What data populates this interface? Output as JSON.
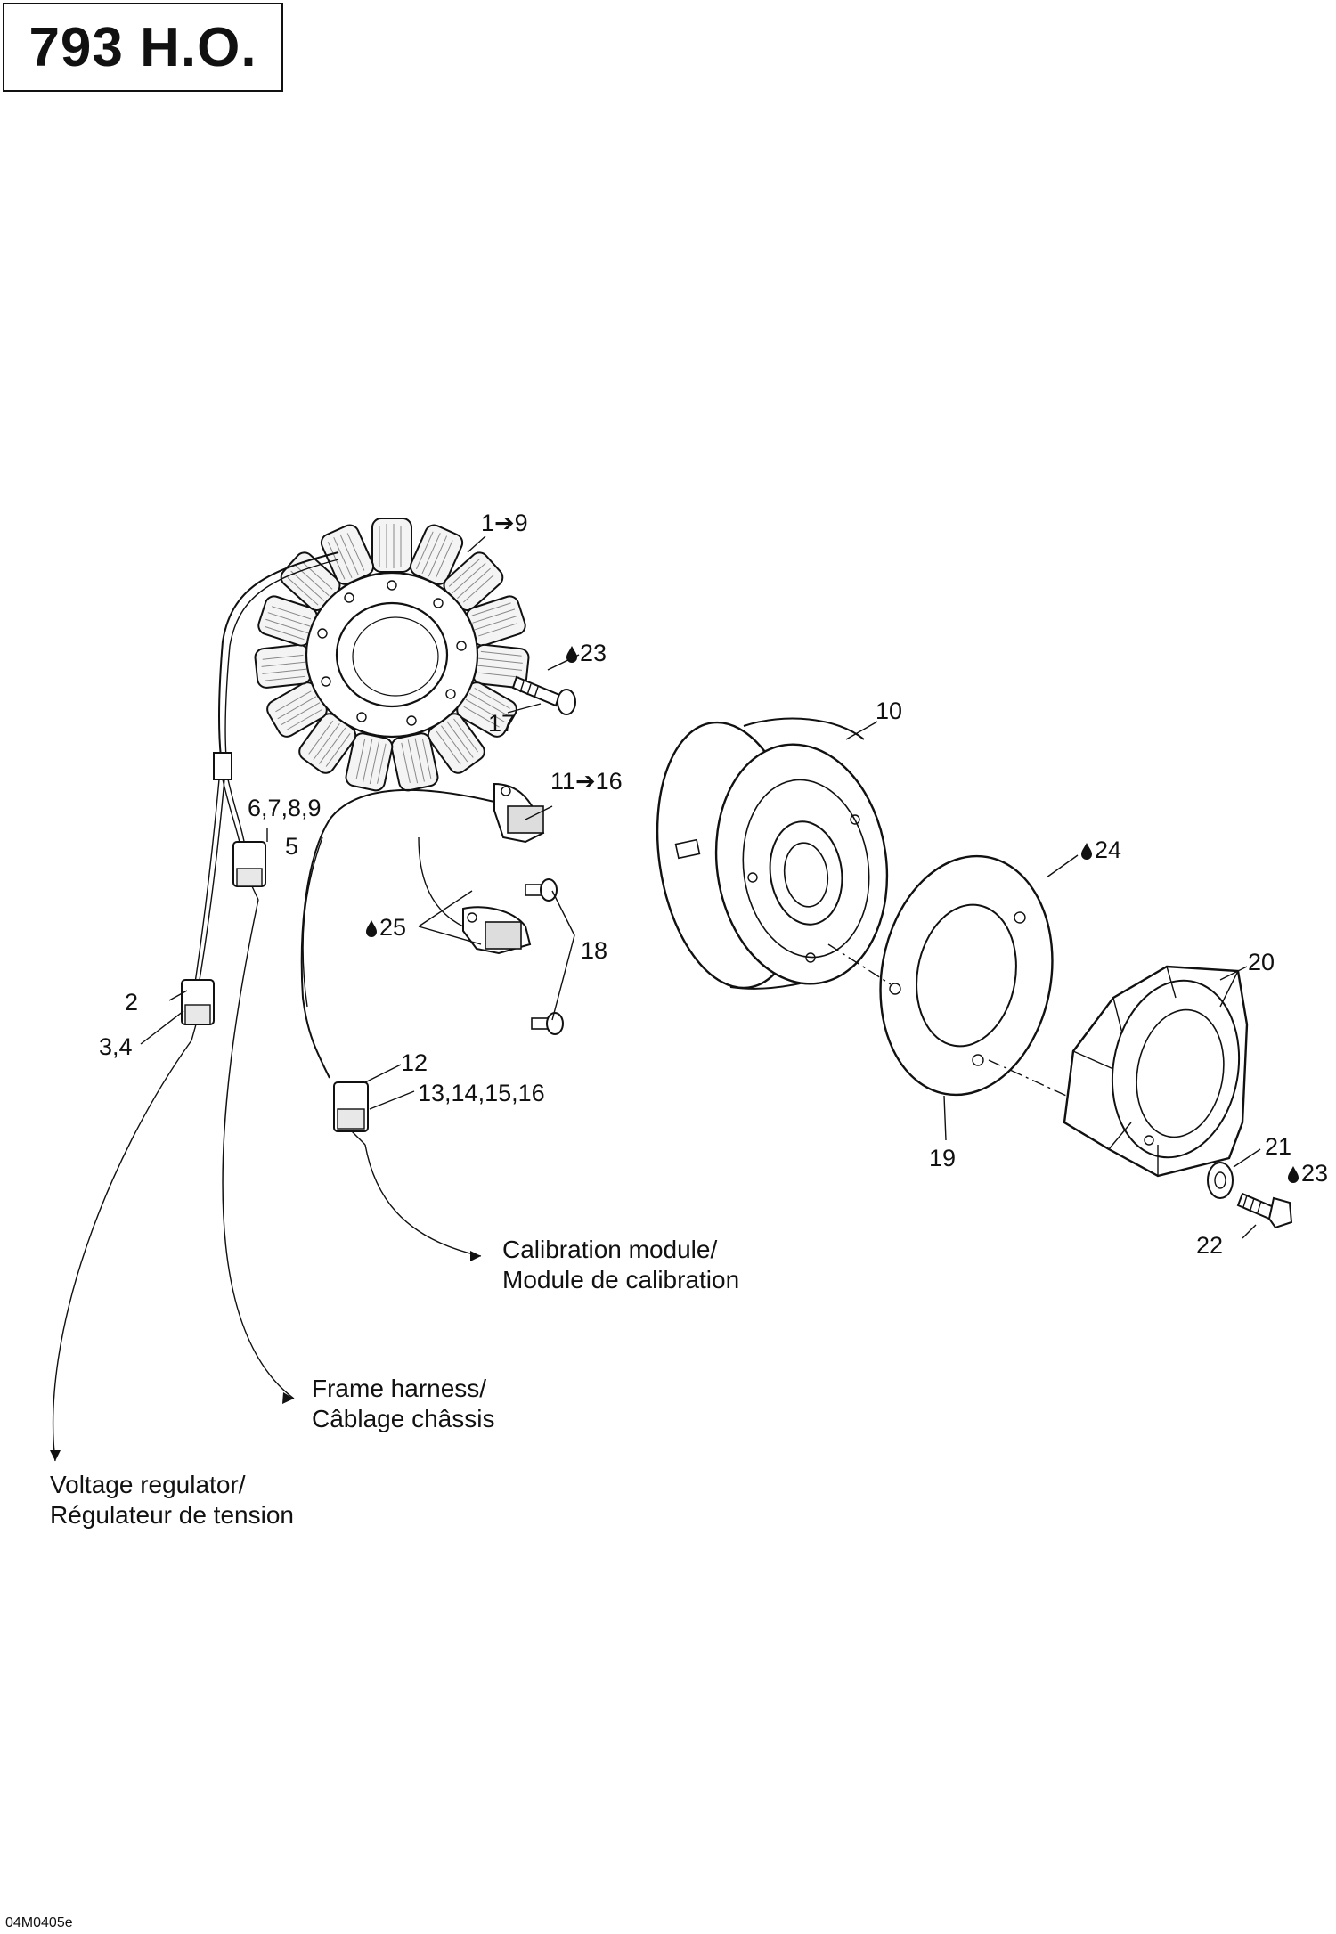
{
  "title": "793 H.O.",
  "callouts": {
    "c1": "1➔9",
    "c2": "2",
    "c3": "3,4",
    "c5": "5",
    "c6": "6,7,8,9",
    "c10": "10",
    "c11": "11➔16",
    "c12": "12",
    "c13": "13,14,15,16",
    "c17": "17",
    "c18": "18",
    "c19": "19",
    "c20": "20",
    "c21": "21",
    "c22": "22",
    "c23a": "23",
    "c23b": "23",
    "c24": "24",
    "c25": "25"
  },
  "destinations": {
    "calibration_en": "Calibration module/",
    "calibration_fr": "Module de calibration",
    "frame_en": "Frame harness/",
    "frame_fr": "Câblage châssis",
    "voltage_en": "Voltage regulator/",
    "voltage_fr": "Régulateur de tension"
  },
  "footer_code": "04M0405e",
  "icons": {
    "lubricant": "oil-drop-icon"
  }
}
